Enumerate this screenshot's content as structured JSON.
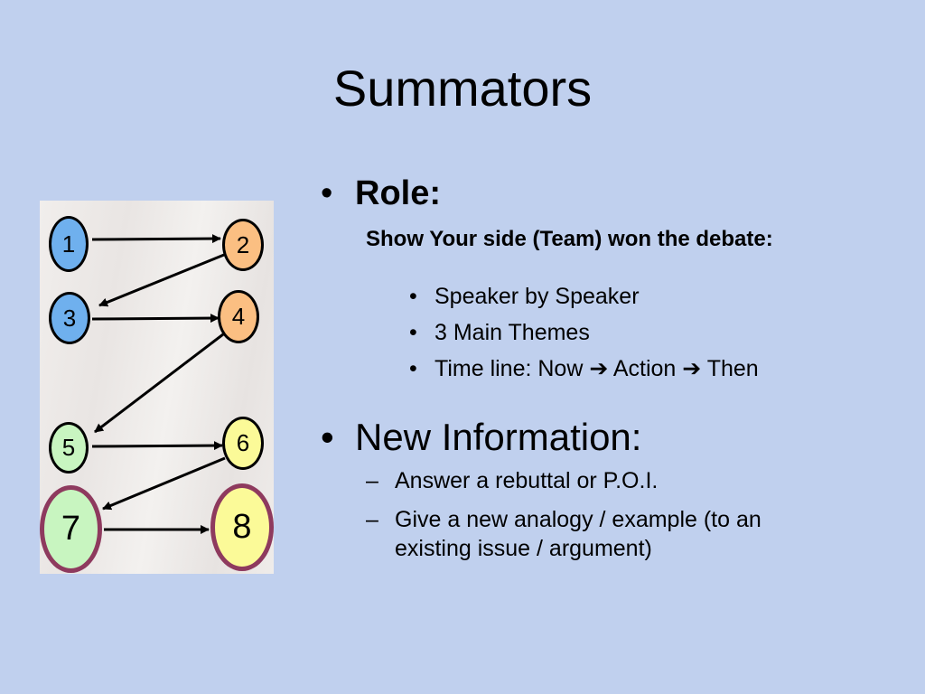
{
  "title": "Summators",
  "diagram": {
    "nodes": [
      {
        "label": "1",
        "fill": "#6fb0ee"
      },
      {
        "label": "2",
        "fill": "#fbbf82"
      },
      {
        "label": "3",
        "fill": "#6fb0ee"
      },
      {
        "label": "4",
        "fill": "#fbbf82"
      },
      {
        "label": "5",
        "fill": "#c8f5c0"
      },
      {
        "label": "6",
        "fill": "#fbfa98"
      },
      {
        "label": "7",
        "fill": "#c8f5c0"
      },
      {
        "label": "8",
        "fill": "#fbfa98"
      }
    ],
    "big_ring_color": "#8e3a5e"
  },
  "role": {
    "bullet": "•",
    "label": "Role:",
    "subheading": "Show Your side (Team) won the debate:",
    "items": [
      "Speaker by Speaker",
      "3 Main Themes",
      "Time line:  Now ➔ Action ➔ Then"
    ]
  },
  "new_info": {
    "bullet": "•",
    "label": "New Information:",
    "dash": "–",
    "items": [
      "Answer a rebuttal or P.O.I.",
      "Give a new analogy / example (to an existing issue / argument)"
    ]
  }
}
